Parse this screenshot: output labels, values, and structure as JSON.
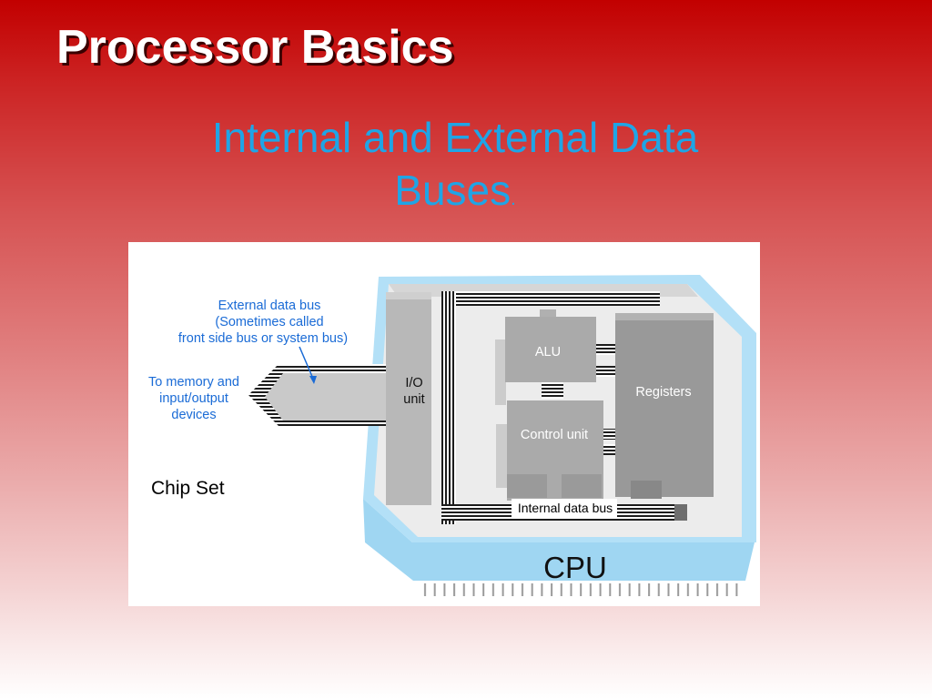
{
  "slide": {
    "title": "Processor Basics",
    "subtitle_main": "Internal and External Data Buses",
    "subtitle_period": "."
  },
  "diagram": {
    "external_bus_label": [
      "External data bus",
      "(Sometimes called",
      "front side bus or system bus)"
    ],
    "memory_label": [
      "To memory and",
      "input/output",
      "devices"
    ],
    "chip_set_label": "Chip Set",
    "io_unit_label": [
      "I/O",
      "unit"
    ],
    "alu_label": "ALU",
    "control_unit_label": "Control unit",
    "registers_label": "Registers",
    "internal_bus_label": "Internal data bus",
    "cpu_label": "CPU"
  },
  "colors": {
    "title_red": "#c20000",
    "subtitle_blue": "#1fa5e6",
    "label_blue": "#1a6bd6",
    "cpu_blue": "#b3e0f7"
  }
}
